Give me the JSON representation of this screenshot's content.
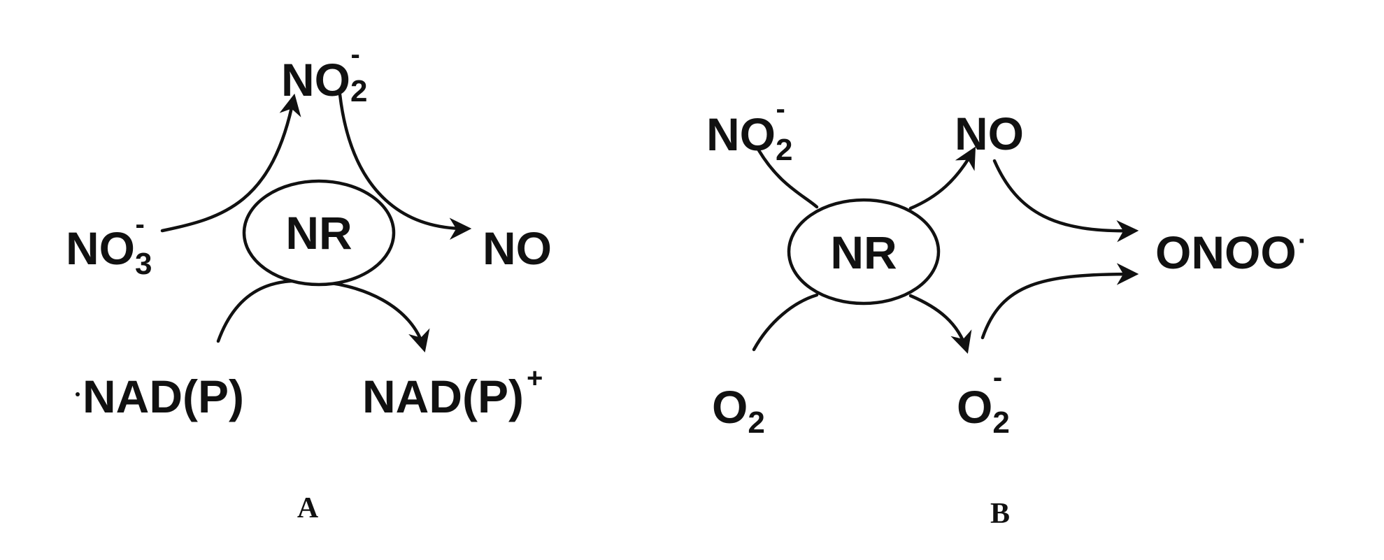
{
  "panel_a": {
    "caption": "A",
    "enzyme": "NR",
    "nitrate": {
      "base": "NO",
      "sub": "3",
      "sup": "-"
    },
    "nitrite": {
      "base": "NO",
      "sub": "2",
      "sup": "-"
    },
    "nitric_oxide": "NO",
    "reductant": "NAD(P)",
    "oxidant": {
      "base": "NAD(P)",
      "sup": "+"
    }
  },
  "panel_b": {
    "caption": "B",
    "enzyme": "NR",
    "nitrite": {
      "base": "NO",
      "sub": "2",
      "sup": "-"
    },
    "nitric_oxide": "NO",
    "peroxynitrite": {
      "base": "ONOO",
      "sup": "·"
    },
    "oxygen": {
      "base": "O",
      "sub": "2"
    },
    "superoxide": {
      "base": "O",
      "sub": "2",
      "sup": "-"
    }
  }
}
